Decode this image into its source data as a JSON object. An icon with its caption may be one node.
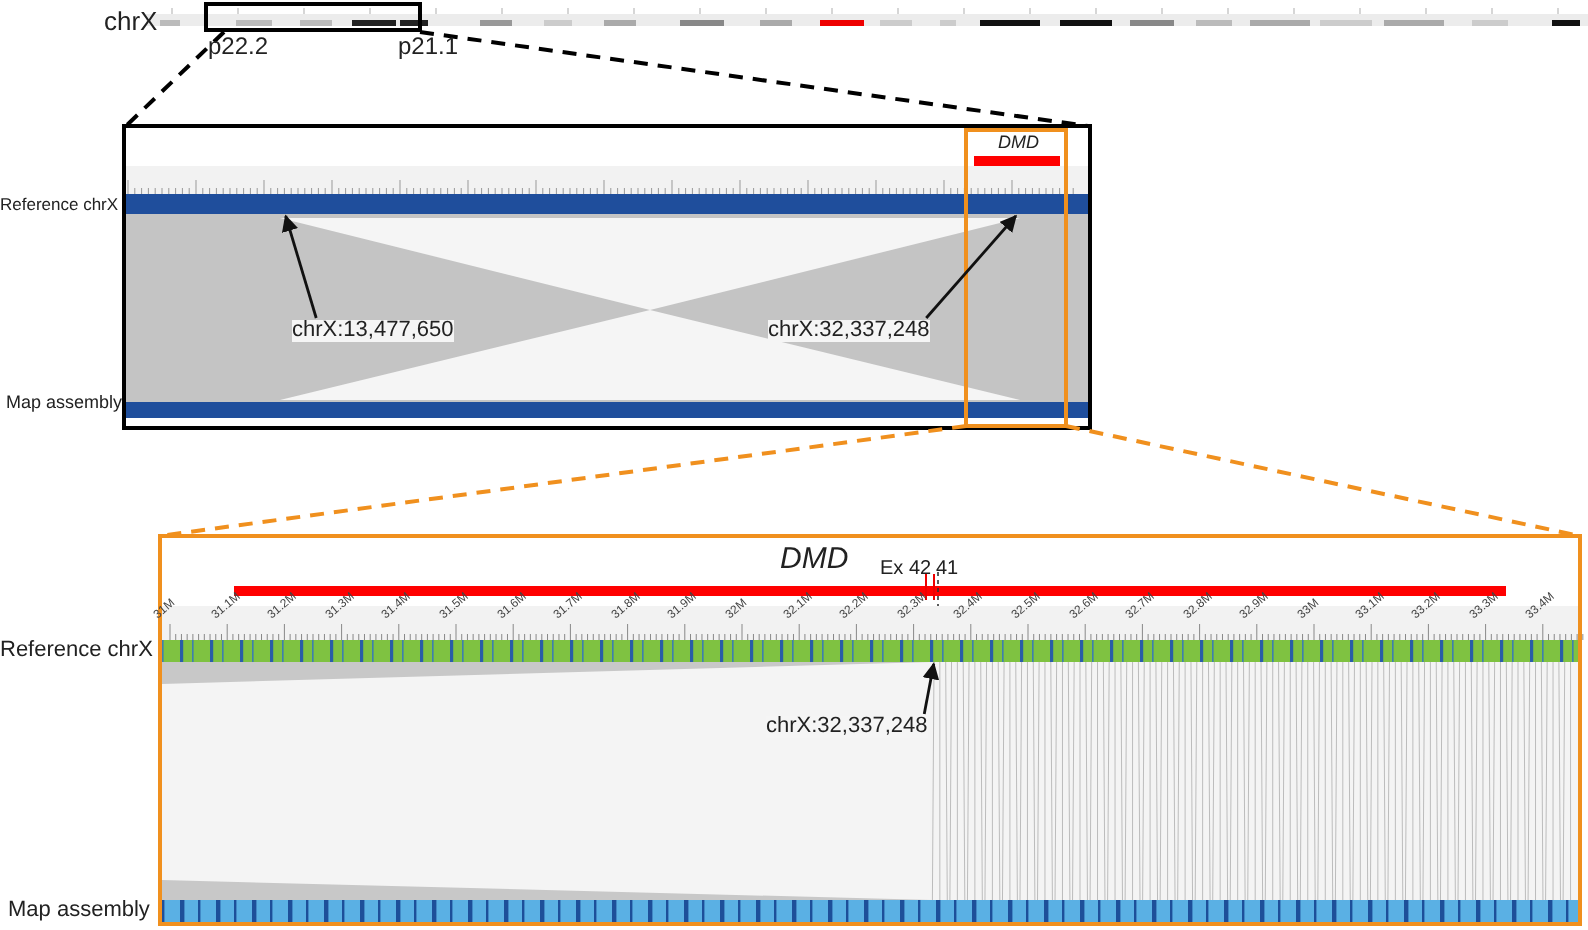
{
  "diagram": {
    "nodes": [
      {
        "text": [],
        "shape": "box"
      },
      {
        "text": [
          "chrX:13,477,650"
        ],
        "in": 0
      },
      {
        "text": [
          "chrX:32,337,248"
        ],
        "in": 0
      },
      {
        "text": [],
        "shape": "box"
      },
      {
        "text": [
          "chrX:32,337,248"
        ],
        "in": 3
      }
    ],
    "edges": [
      {
        "from": 1,
        "to": 0,
        "arrow": "to"
      },
      {
        "from": 2,
        "to": 0,
        "arrow": "to"
      },
      {
        "from": 4,
        "to": 3,
        "arrow": "to"
      }
    ],
    "labels": [
      "chrX",
      "p22.2",
      "p21.1",
      "DMD",
      "Reference chrX",
      "Map assembly",
      "DMD",
      "Ex 42",
      "41",
      "31M",
      "31.1M",
      "31.2M",
      "31.3M",
      "31.4M",
      "31.5M",
      "31.6M",
      "31.7M",
      "31.8M",
      "31.9M",
      "32M",
      "32.1M",
      "32.2M",
      "32.3M",
      "32.4M",
      "32.5M",
      "32.6M",
      "32.7M",
      "32.8M",
      "32.9M",
      "33M",
      "33.1M",
      "33.2M",
      "33.3M",
      "33.4M",
      "Reference chrX",
      "Map assembly"
    ]
  }
}
